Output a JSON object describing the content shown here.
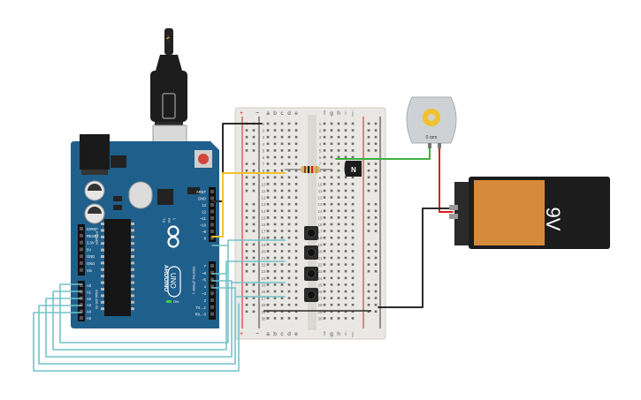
{
  "arduino": {
    "brand": "ARDUINO",
    "model": "UNO",
    "analog_header": "ANALOG IN",
    "power_header": "POWER",
    "digital_header": "DIGITAL (PWM~)",
    "on_label": "ON",
    "top_pins": [
      "AREF",
      "GND",
      "13",
      "12",
      "~11",
      "~10",
      "~9",
      "8"
    ],
    "bottom_pins": [
      "7",
      "~6",
      "~5",
      "4",
      "~3",
      "2",
      "TX→1",
      "RX←0"
    ],
    "power_pins": [
      "IOREF",
      "RESET",
      "3.3V",
      "5V",
      "GND",
      "GND",
      "Vin"
    ],
    "analog_pins": [
      "A0",
      "A1",
      "A2",
      "A3",
      "A4",
      "A5"
    ],
    "tx_label": "TX",
    "rx_label": "RX",
    "l_label": "L"
  },
  "breadboard": {
    "columns_left": [
      "a",
      "b",
      "c",
      "d",
      "e"
    ],
    "columns_right": [
      "f",
      "g",
      "h",
      "i",
      "j"
    ],
    "rows": [
      1,
      2,
      3,
      4,
      5,
      6,
      7,
      8,
      9,
      10,
      11,
      12,
      13,
      14,
      15,
      16,
      17,
      18,
      19,
      20,
      21,
      22,
      23,
      24,
      25,
      26,
      27,
      28,
      29,
      30
    ],
    "plus": "+",
    "minus": "−"
  },
  "motor": {
    "label": "0 rpm"
  },
  "battery": {
    "label": "9V"
  },
  "transistor": {
    "label": "N"
  },
  "colors": {
    "arduino_board": "#1f5f8b",
    "breadboard": "#e9e8e4",
    "wire_black": "#2b2b2b",
    "wire_yellow": "#f2c12e",
    "wire_cyan": "#74c2c8",
    "wire_green": "#3cb043",
    "wire_red": "#d81e1e",
    "battery_body": "#d68a3c"
  }
}
